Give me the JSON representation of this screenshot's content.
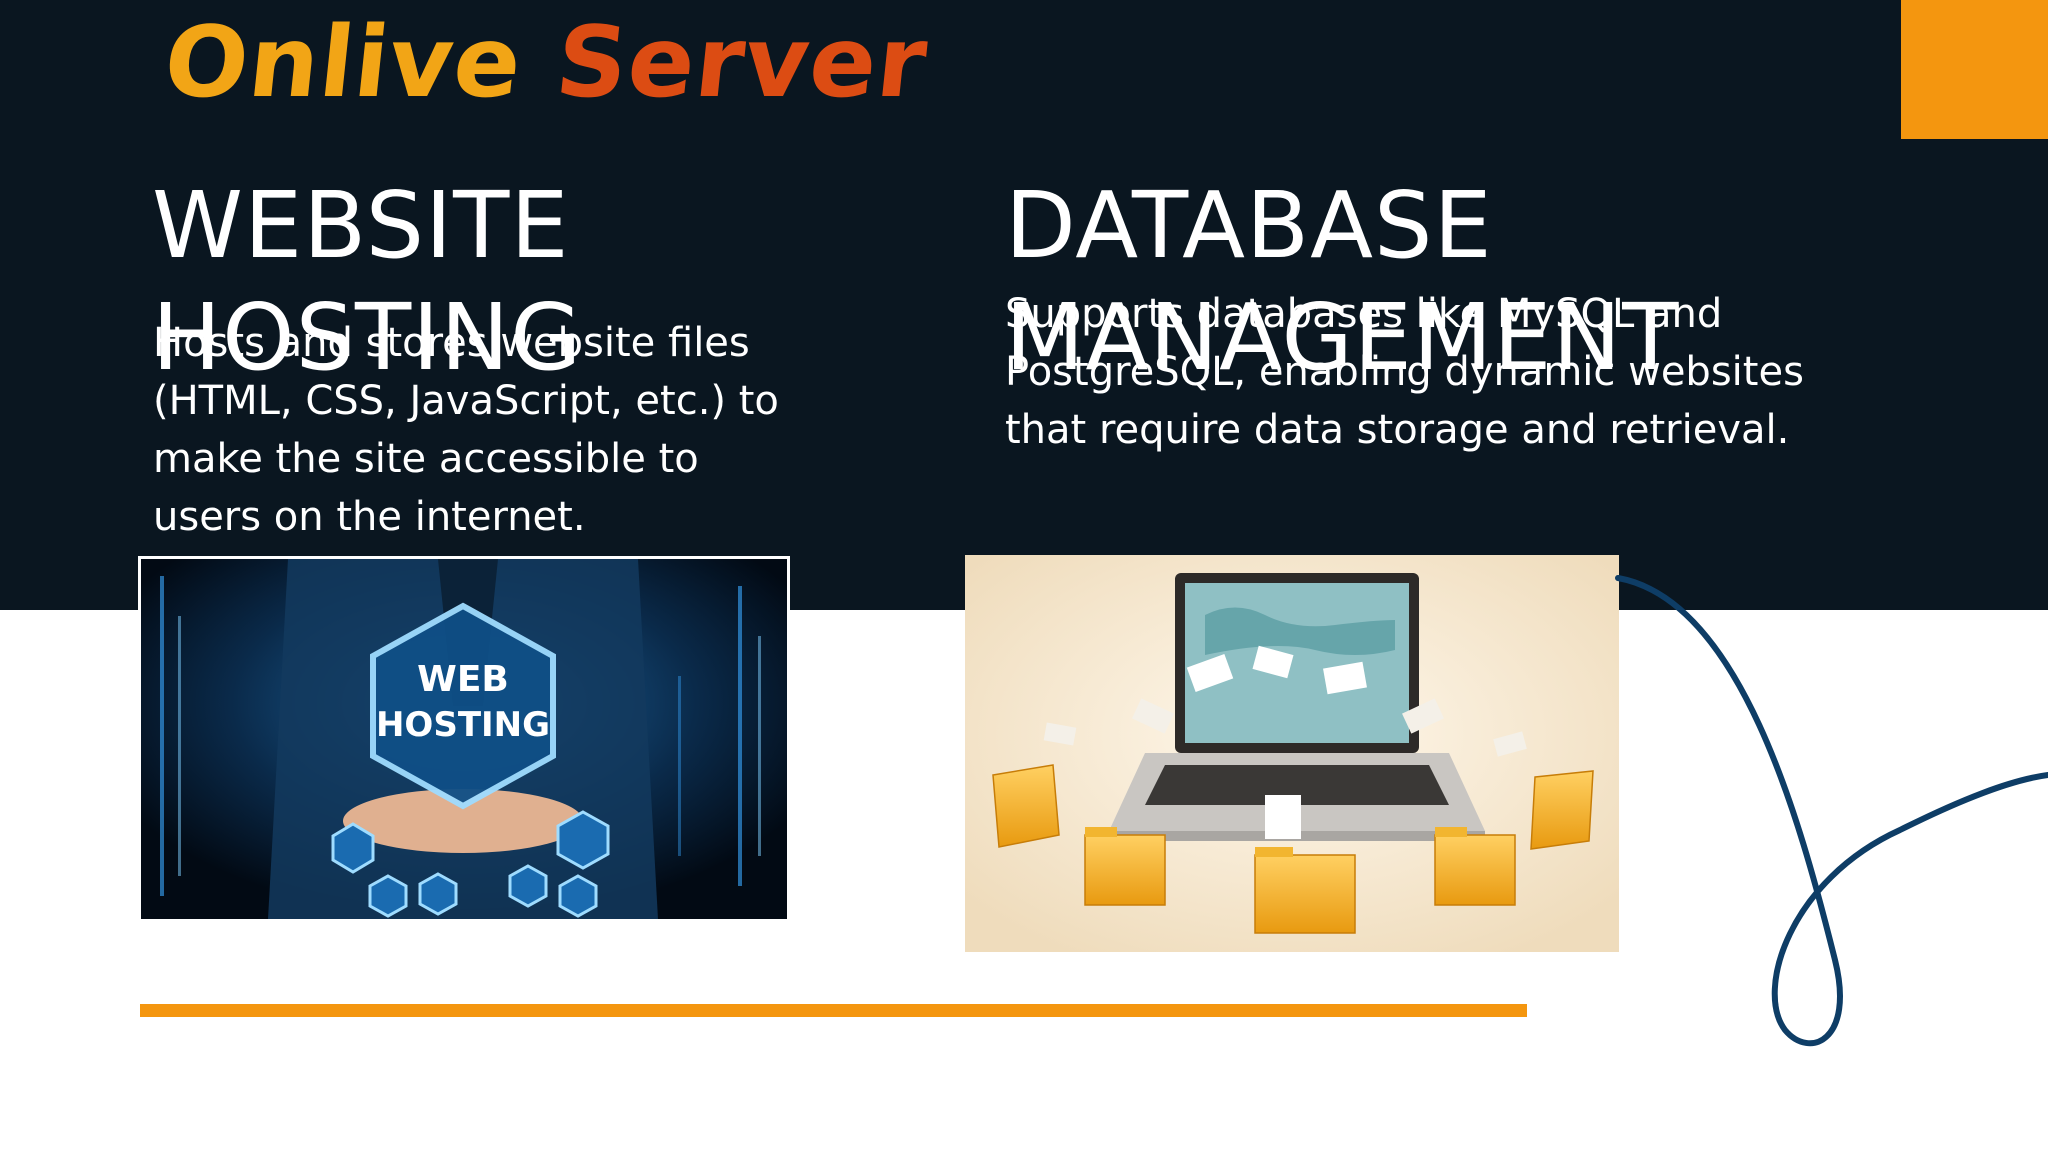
{
  "logo": {
    "part1": "Onlive",
    "part2": "Server"
  },
  "sections": [
    {
      "title_line1": "WEBSITE",
      "title_line2": "HOSTING",
      "description": "Hosts and stores website files (HTML, CSS, JavaScript, etc.) to make the site accessible to users on the internet.",
      "image_text_line1": "WEB",
      "image_text_line2": "HOSTING"
    },
    {
      "title_line1": "DATABASE",
      "title_line2": "MANAGEMENT",
      "description": "Supports databases like MySQL and PostgreSQL, enabling dynamic websites that require data storage and retrieval."
    }
  ],
  "colors": {
    "dark_background": "#0a1620",
    "accent_orange": "#f4960f",
    "logo_orange": "#f2a516",
    "logo_red": "#dc4c13",
    "curve_blue": "#0e3d66"
  }
}
